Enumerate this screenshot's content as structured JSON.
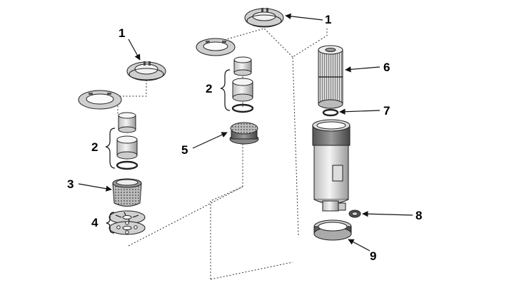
{
  "callouts": {
    "c1a": "1",
    "c1b": "1",
    "c2a": "2",
    "c2b": "2",
    "c3": "3",
    "c4": "4",
    "c5": "5",
    "c6": "6",
    "c7": "7",
    "c8": "8",
    "c9": "9"
  },
  "colors": {
    "line": "#111111",
    "part_fill": "#e6e6e6",
    "part_dark": "#8a8a8a"
  }
}
